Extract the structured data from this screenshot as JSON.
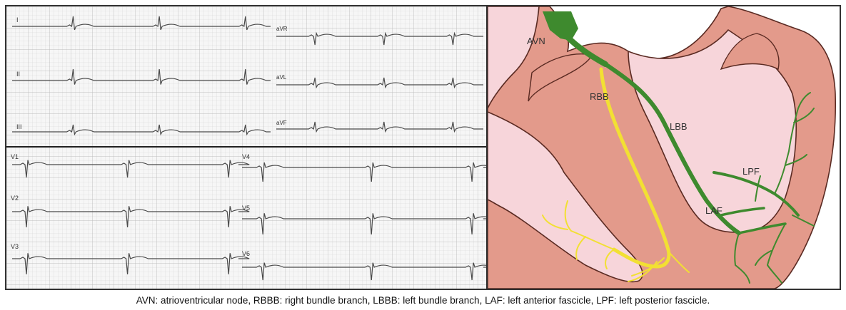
{
  "ecg": {
    "top_leads": [
      "I",
      "II",
      "III",
      "aVR",
      "aVL",
      "aVF"
    ],
    "bottom_leads": [
      "V1",
      "V2",
      "V3",
      "V4",
      "V5",
      "V6"
    ]
  },
  "heart": {
    "labels": {
      "avn": "AVN",
      "rbb": "RBB",
      "lbb": "LBB",
      "lpf": "LPF",
      "laf": "LAF"
    },
    "colors": {
      "myocardium": "#e39a8b",
      "chamber": "#f7d5da",
      "left_conduction": "#3e8a2e",
      "right_conduction": "#f2e033",
      "outline": "#5a2a22"
    }
  },
  "caption": "AVN: atrioventricular node, RBBB: right bundle branch, LBBB: left bundle branch, LAF: left anterior fascicle, LPF: left posterior fascicle."
}
